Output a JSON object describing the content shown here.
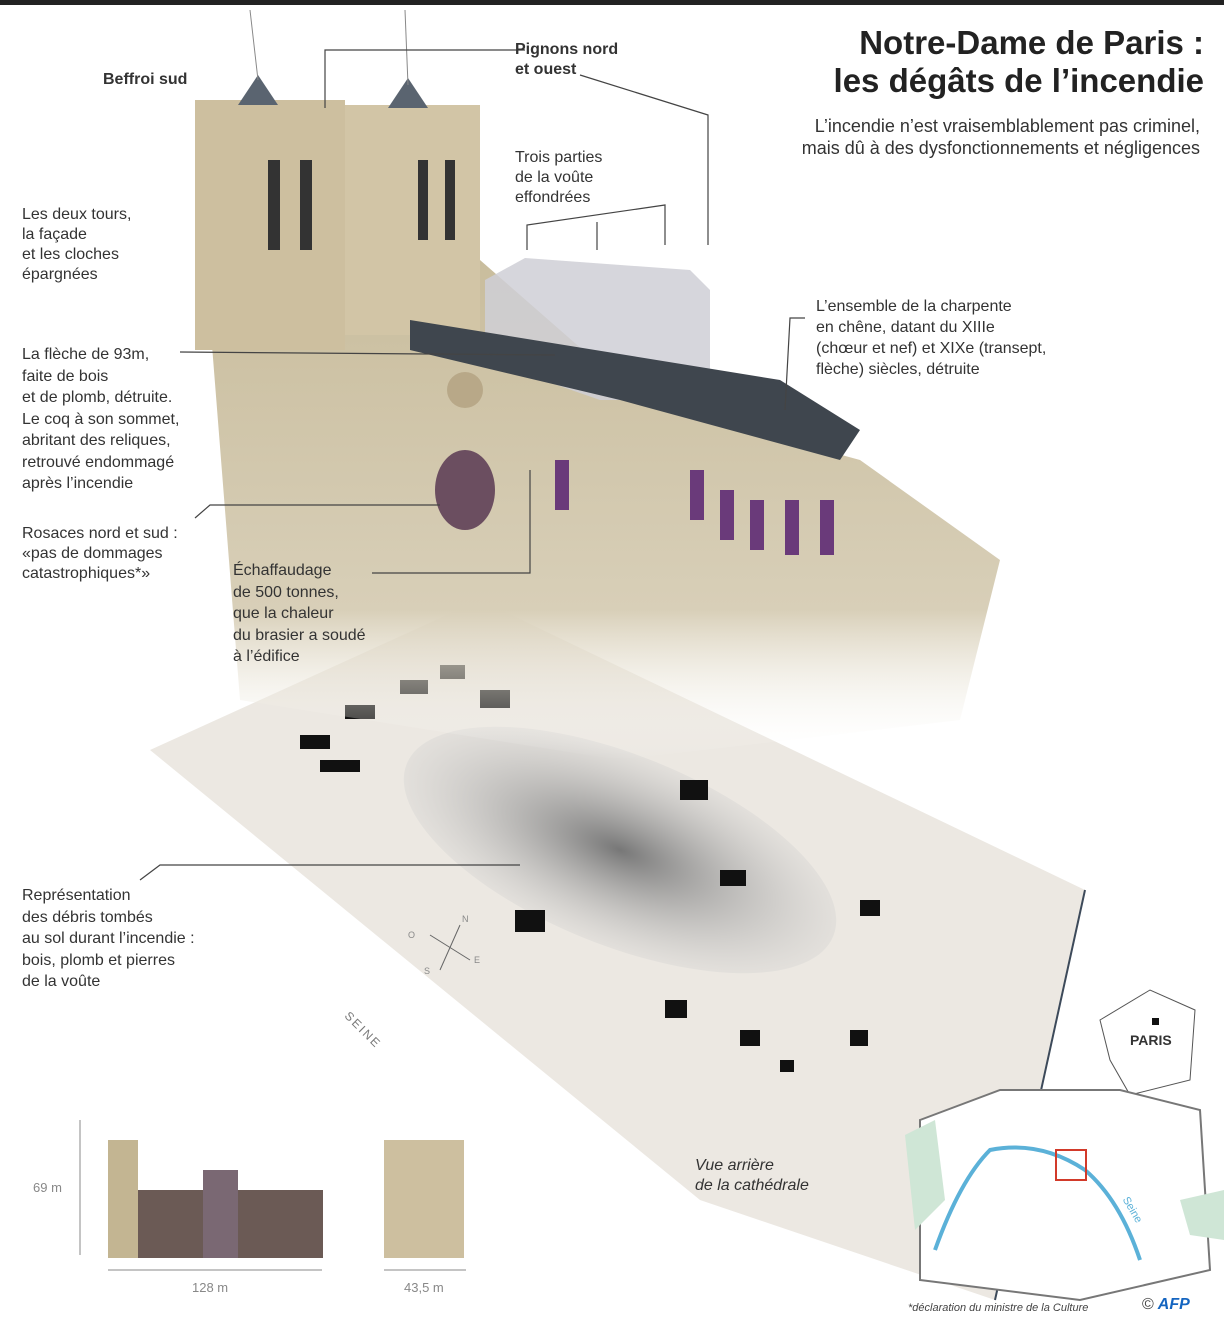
{
  "header": {
    "title_line1": "Notre-Dame de Paris :",
    "title_line2": "les dégâts de l’incendie",
    "subtitle_line1": "L’incendie n’est vraisemblablement pas criminel,",
    "subtitle_line2": "mais dû à des dysfonctionnements et négligences"
  },
  "labels": {
    "beffroi": "Beffroi sud",
    "pignons": "Pignons nord\net ouest",
    "voute": "Trois parties\nde la voûte\neffondrées",
    "tours": "Les deux tours,\nla façade\net les cloches\népargnées",
    "fleche": "La flèche de 93m,\nfaite de bois\net de plomb, détruite.\nLe coq à son sommet,\nabritant des reliques,\nretrouvé endommagé\naprès l’incendie",
    "rosaces": "Rosaces nord et sud :\n«pas de dommages\ncatastrophiques*»",
    "echafaudage": "Échaffaudage\nde 500 tonnes,\nque la chaleur\ndu brasier a soudé\nà l’édifice",
    "charpente": "L’ensemble de la charpente\nen chêne, datant du XIIIe\n(chœur et nef) et XIXe (transept,\nflèche) siècles, détruite",
    "debris": "Représentation\ndes débris tombés\nau sol durant l’incendie :\nbois, plomb et pierres\nde la voûte",
    "seine_plan": "SEINE",
    "vue": "Vue arrière\nde la cathédrale",
    "paris": "PARIS",
    "seine_map": "Seine"
  },
  "compass": {
    "n": "N",
    "s": "S",
    "e": "E",
    "o": "O"
  },
  "dimensions": {
    "height": "69 m",
    "length": "128 m",
    "width": "43,5 m"
  },
  "footer": {
    "note": "*déclaration du ministre de la Culture",
    "copyright": "©",
    "brand": "AFP"
  },
  "colors": {
    "stone": "#cfc3a4",
    "roof": "#5a6470",
    "river": "#5bb1d8",
    "park": "#cfe6d6",
    "marker": "#d23a2a"
  }
}
